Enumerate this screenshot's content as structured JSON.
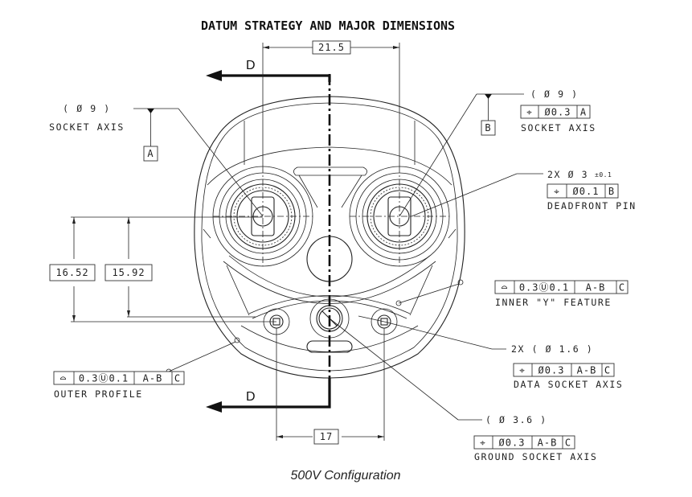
{
  "title": "DATUM STRATEGY AND MAJOR DIMENSIONS",
  "caption": "500V Configuration",
  "section_marker": "D",
  "dimensions": {
    "socket_spacing": "21.5",
    "ground_data_spacing": "17",
    "height_outer": "16.52",
    "height_inner": "15.92"
  },
  "callouts": {
    "socket_a": {
      "size": "( Ø 9 )",
      "label": "SOCKET AXIS",
      "datum": "A"
    },
    "socket_b": {
      "size": "( Ø 9 )",
      "label": "SOCKET AXIS",
      "datum": "B",
      "fcf": [
        "⌖",
        "Ø0.3",
        "A"
      ]
    },
    "deadfront_pin": {
      "size": "2X Ø 3",
      "tolerance": "±0.1",
      "label": "DEADFRONT PIN",
      "fcf": [
        "⌖",
        "Ø0.1",
        "B"
      ]
    },
    "inner_y": {
      "label": "INNER \"Y\" FEATURE",
      "fcf": [
        "⌓",
        "0.3Ⓤ0.1",
        "A-B",
        "C"
      ]
    },
    "data_socket": {
      "size": "2X  ( Ø 1.6 )",
      "label": "DATA SOCKET AXIS",
      "fcf": [
        "⌖",
        "Ø0.3",
        "A-B",
        "C"
      ]
    },
    "ground_socket": {
      "size": "( Ø 3.6 )",
      "label": "GROUND SOCKET AXIS",
      "fcf": [
        "⌖",
        "Ø0.3",
        "A-B",
        "C"
      ]
    },
    "outer_profile": {
      "label": "OUTER PROFILE",
      "fcf": [
        "⌓",
        "0.3Ⓤ0.1",
        "A-B",
        "C"
      ]
    }
  }
}
